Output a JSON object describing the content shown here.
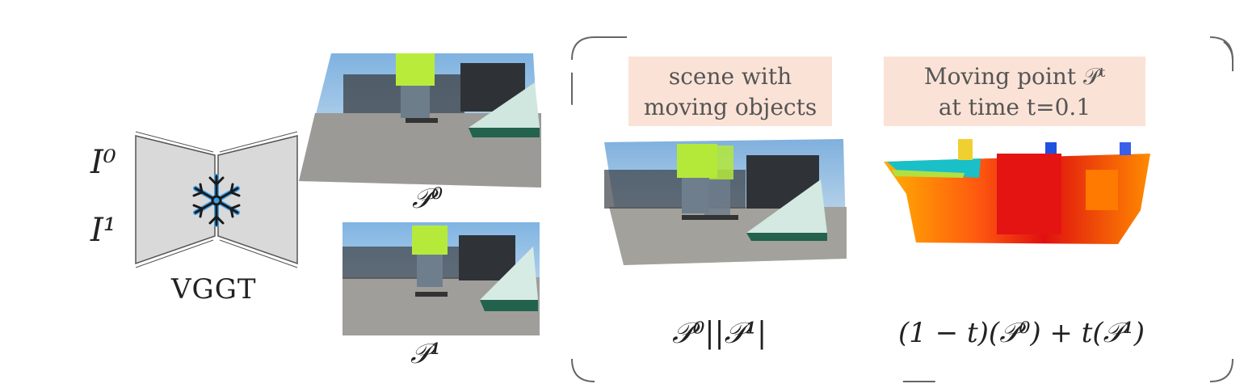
{
  "left": {
    "input_frames": [
      "I⁰",
      "I¹"
    ],
    "model_label": "VGGT",
    "model_icon": "snowflake-icon",
    "pointmap_labels": [
      "𝒫⁰",
      "𝒫¹"
    ]
  },
  "right": {
    "caption_left": [
      "scene with",
      "moving objects"
    ],
    "caption_right": [
      "Moving point 𝒫ᵗ",
      "at time t=0.1"
    ],
    "equation_concat": "𝒫⁰||𝒫¹|",
    "equation_interp": "(1 − t)(𝒫⁰) + t(𝒫¹)"
  },
  "colors": {
    "caption_fill": "#fbe2d6",
    "vggt_fill": "#d9d9d9",
    "snowflake": "#3aa0e8"
  }
}
